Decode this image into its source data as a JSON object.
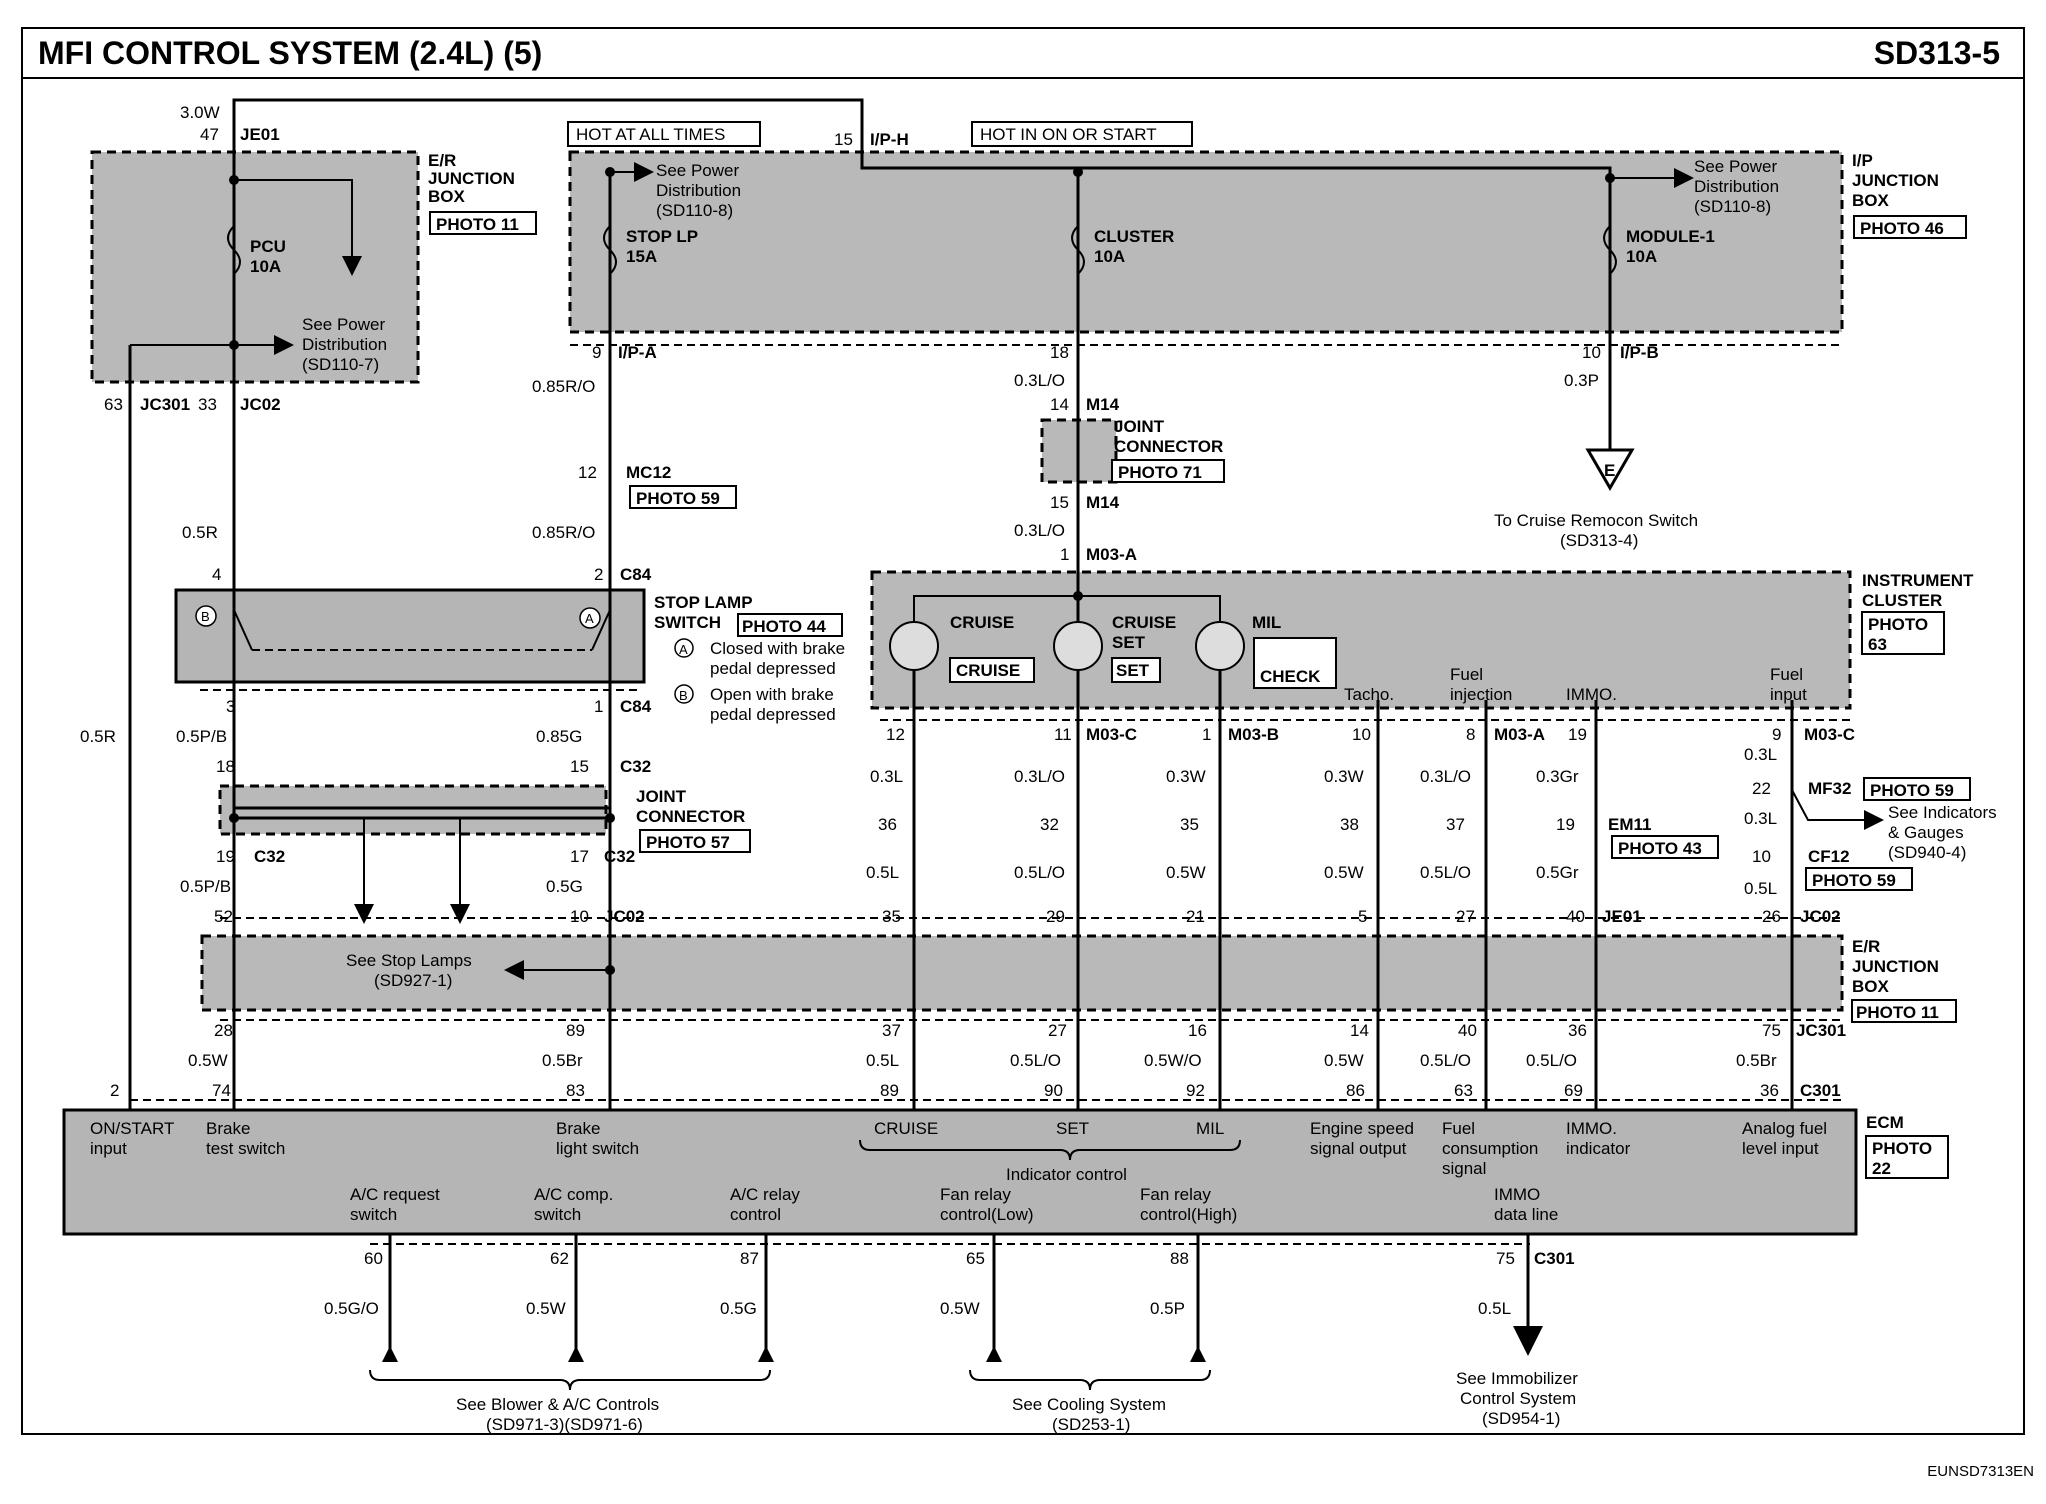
{
  "header": {
    "title": "MFI CONTROL SYSTEM (2.4L) (5)",
    "code": "SD313-5"
  },
  "footer": {
    "doc_id": "EUNSD7313EN"
  },
  "labels": {
    "top_3w": "3.0W",
    "top_47": "47",
    "je01": "JE01",
    "er_box_1": "E/R",
    "er_box_2": "JUNCTION",
    "er_box_3": "BOX",
    "photo_11": "PHOTO 11",
    "pcu": "PCU",
    "pcu_10a": "10A",
    "see_power_1": "See Power",
    "see_power_2": "Distribution",
    "see_power_sd1107": "(SD110-7)",
    "n63": "63",
    "jc301": "JC301",
    "n33": "33",
    "jc02": "JC02",
    "hot_all": "HOT AT ALL TIMES",
    "n15": "15",
    "iph": "I/P-H",
    "hot_on": "HOT IN ON OR START",
    "ip_box_1": "I/P",
    "ip_box_2": "JUNCTION",
    "ip_box_3": "BOX",
    "photo_46": "PHOTO 46",
    "see_pd_a1": "See Power",
    "see_pd_a2": "Distribution",
    "see_pd_a3": "(SD110-8)",
    "stop_lp": "STOP LP",
    "stop_15a": "15A",
    "cluster": "CLUSTER",
    "cluster_10a": "10A",
    "see_pd_b1": "See Power",
    "see_pd_b2": "Distribution",
    "see_pd_b3": "(SD110-8)",
    "module1": "MODULE-1",
    "module1_10a": "10A",
    "n9": "9",
    "ipa": "I/P-A",
    "n18": "18",
    "n10": "10",
    "ipb": "I/P-B",
    "w085ro_a": "0.85R/O",
    "w03lo_a": "0.3L/O",
    "w03p": "0.3P",
    "n14": "14",
    "m14_a": "M14",
    "jc_joint1": "JOINT",
    "jc_conn1": "CONNECTOR",
    "photo_71": "PHOTO 71",
    "n15b": "15",
    "m14_b": "M14",
    "w03lo_b": "0.3L/O",
    "n1_m03a": "1",
    "m03a": "M03-A",
    "e_label": "E",
    "to_cruise": "To Cruise Remocon Switch",
    "sd3134": "(SD313-4)",
    "n12": "12",
    "mc12": "MC12",
    "photo_59a": "PHOTO 59",
    "w05r_a": "0.5R",
    "w085ro_b": "0.85R/O",
    "n4": "4",
    "n2": "2",
    "c84_a": "C84",
    "stop_lamp_1": "STOP LAMP",
    "stop_lamp_2": "SWITCH",
    "photo_44": "PHOTO 44",
    "note_a1": "Closed with brake",
    "note_a2": "pedal depressed",
    "note_b1": "Open with brake",
    "note_b2": "pedal depressed",
    "circ_a": "A",
    "circ_b": "B",
    "circ_a2": "A",
    "circ_b2": "B",
    "instr_1": "INSTRUMENT",
    "instr_2": "CLUSTER",
    "photo_63a": "PHOTO",
    "photo_63b": "63",
    "cruise_lbl": "CRUISE",
    "cruise_set_1": "CRUISE",
    "cruise_set_2": "SET",
    "mil_lbl": "MIL",
    "cruise_btn": "CRUISE",
    "set_btn": "SET",
    "check_btn": "CHECK",
    "tacho": "Tacho.",
    "fuel_inj_1": "Fuel",
    "fuel_inj_2": "injection",
    "immo": "IMMO.",
    "fuel_in_1": "Fuel",
    "fuel_in_2": "input",
    "n3": "3",
    "n1": "1",
    "c84_b": "C84",
    "w05r_left": "0.5R",
    "w05pb_a": "0.5P/B",
    "w085g": "0.85G",
    "n18b": "18",
    "n15c": "15",
    "c32_a": "C32",
    "jc2_1": "JOINT",
    "jc2_2": "CONNECTOR",
    "photo_57": "PHOTO 57",
    "n19": "19",
    "c32_b": "C32",
    "n17": "17",
    "c32_c": "C32",
    "w05pb_b": "0.5P/B",
    "w05g": "0.5G",
    "n52": "52",
    "n10b": "10",
    "jc02_b": "JC02",
    "see_stop_1": "See Stop Lamps",
    "see_stop_2": "(SD927-1)",
    "n28": "28",
    "n89": "89",
    "w05w_a": "0.5W",
    "w05br_a": "0.5Br",
    "n2b": "2",
    "n74": "74",
    "n83": "83",
    "c12": "12",
    "c11": "11",
    "m03c_a": "M03-C",
    "c1": "1",
    "m03b": "M03-B",
    "c10": "10",
    "c8": "8",
    "m03a_b": "M03-A",
    "c19": "19",
    "c9": "9",
    "m03c_b": "M03-C",
    "w03l_1": "0.3L",
    "w03lo_1": "0.3L/O",
    "w03w_1": "0.3W",
    "w03w_2": "0.3W",
    "w03lo_2": "0.3L/O",
    "w03gr": "0.3Gr",
    "w03l_2": "0.3L",
    "n36": "36",
    "n32": "32",
    "n35": "35",
    "n38": "38",
    "n37": "37",
    "n19b": "19",
    "em11": "EM11",
    "photo_43": "PHOTO 43",
    "n22": "22",
    "mf32": "MF32",
    "photo_59b": "PHOTO 59",
    "w03l_3": "0.3L",
    "see_ind_1": "See Indicators",
    "see_ind_2": "& Gauges",
    "see_ind_3": "(SD940-4)",
    "n10c": "10",
    "cf12": "CF12",
    "photo_59c": "PHOTO 59",
    "w05l_1": "0.5L",
    "w05lo_1": "0.5L/O",
    "w05w_1": "0.5W",
    "w05w_2": "0.5W",
    "w05lo_2": "0.5L/O",
    "w05gr": "0.5Gr",
    "w05l_2": "0.5L",
    "n35b": "35",
    "n29": "29",
    "n21": "21",
    "n5": "5",
    "n27": "27",
    "n40": "40",
    "je01_b": "JE01",
    "n26": "26",
    "jc02_c": "JC02",
    "er2_1": "E/R",
    "er2_2": "JUNCTION",
    "er2_3": "BOX",
    "photo_11b": "PHOTO 11",
    "n37b": "37",
    "n27b": "27",
    "n16": "16",
    "n14b": "14",
    "n40b": "40",
    "n36b": "36",
    "n75": "75",
    "jc301_b": "JC301",
    "w05l_3": "0.5L",
    "w05lo_3": "0.5L/O",
    "w05wo": "0.5W/O",
    "w05w_3": "0.5W",
    "w05lo_4": "0.5L/O",
    "w05lo_5": "0.5L/O",
    "w05br_b": "0.5Br",
    "n89b": "89",
    "n90": "90",
    "n92": "92",
    "n86": "86",
    "n63b": "63",
    "n69": "69",
    "n36c": "36",
    "c301_a": "C301",
    "ecm": "ECM",
    "photo_22a": "PHOTO",
    "photo_22b": "22",
    "on_start_1": "ON/START",
    "on_start_2": "input",
    "brake_test_1": "Brake",
    "brake_test_2": "test switch",
    "brake_light_1": "Brake",
    "brake_light_2": "light switch",
    "ecm_cruise": "CRUISE",
    "ecm_set": "SET",
    "ecm_mil": "MIL",
    "indicator_ctrl": "Indicator control",
    "eng_speed_1": "Engine speed",
    "eng_speed_2": "signal output",
    "fuel_cons_1": "Fuel",
    "fuel_cons_2": "consumption",
    "fuel_cons_3": "signal",
    "immo_ind_1": "IMMO.",
    "immo_ind_2": "indicator",
    "analog_1": "Analog fuel",
    "analog_2": "level input",
    "ac_req_1": "A/C request",
    "ac_req_2": "switch",
    "ac_comp_1": "A/C comp.",
    "ac_comp_2": "switch",
    "ac_relay_1": "A/C relay",
    "ac_relay_2": "control",
    "fan_low_1": "Fan relay",
    "fan_low_2": "control(Low)",
    "fan_high_1": "Fan relay",
    "fan_high_2": "control(High)",
    "immo_data_1": "IMMO",
    "immo_data_2": "data line",
    "b60": "60",
    "b62": "62",
    "b87": "87",
    "b65": "65",
    "b88": "88",
    "b75": "75",
    "c301_b": "C301",
    "w05go": "0.5G/O",
    "w05w_b1": "0.5W",
    "w05g_b": "0.5G",
    "w05w_b2": "0.5W",
    "w05p": "0.5P",
    "w05l_b": "0.5L",
    "see_blower_1": "See Blower & A/C Controls",
    "see_blower_2": "(SD971-3)(SD971-6)",
    "see_cool_1": "See Cooling System",
    "see_cool_2": "(SD253-1)",
    "see_immo_1": "See Immobilizer",
    "see_immo_2": "Control System",
    "see_immo_3": "(SD954-1)"
  }
}
